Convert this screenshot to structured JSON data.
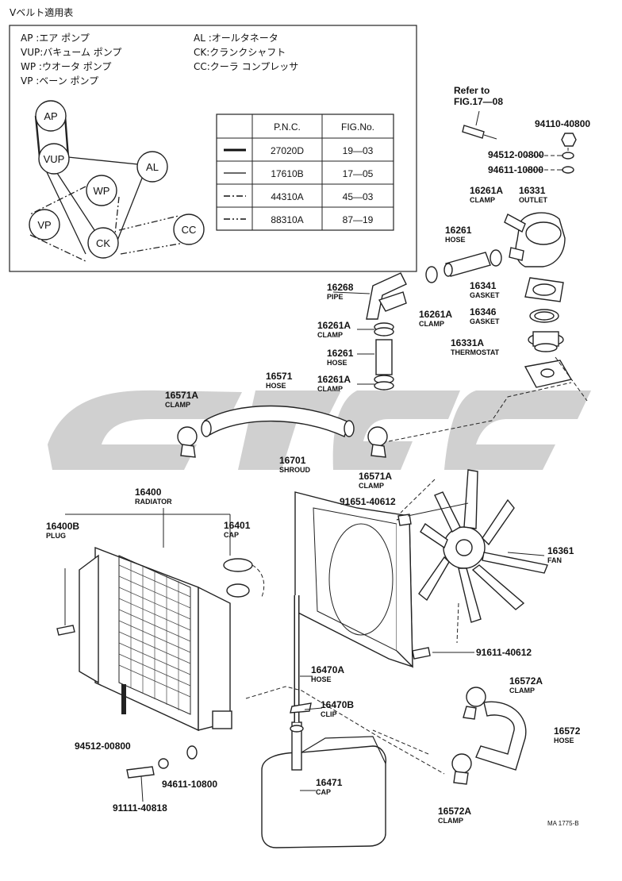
{
  "belt_box": {
    "title": "Vベルト適用表",
    "legend": {
      "ap": "AP :エア ポンプ",
      "vup": "VUP:バキューム ポンプ",
      "wp": "WP :ウオータ ポンプ",
      "vp": "VP :ベーン ポンプ",
      "al": "AL :オールタネータ",
      "ck": "CK:クランクシャフト",
      "cc": "CC:クーラ コンプレッサ"
    },
    "pulleys": {
      "ap": "AP",
      "vup": "VUP",
      "al": "AL",
      "wp": "WP",
      "vp": "VP",
      "ck": "CK",
      "cc": "CC"
    },
    "table": {
      "headers": [
        "P.N.C.",
        "FIG.No."
      ],
      "rows": [
        {
          "pnc": "27020D",
          "fig": "19―03",
          "line": "solid-thick"
        },
        {
          "pnc": "17610B",
          "fig": "17―05",
          "line": "solid-thin"
        },
        {
          "pnc": "44310A",
          "fig": "45―03",
          "line": "dash-dot"
        },
        {
          "pnc": "88310A",
          "fig": "87―19",
          "line": "dash-dot-dot"
        }
      ]
    }
  },
  "labels": {
    "refer_1": "Refer to",
    "refer_2": "FIG.17―08",
    "p94110": "94110-40800",
    "p94512_top": "94512-00800",
    "p94611_top": "94611-10800",
    "p16261A_a": "16261A",
    "p16261A_a_sub": "CLAMP",
    "p16331": "16331",
    "p16331_sub": "OUTLET",
    "p16261_a": "16261",
    "p16261_a_sub": "HOSE",
    "p16268": "16268",
    "p16268_sub": "PIPE",
    "p16341": "16341",
    "p16341_sub": "GASKET",
    "p16261A_b": "16261A",
    "p16261A_b_sub": "CLAMP",
    "p16346": "16346",
    "p16346_sub": "GASKET",
    "p16261A_c": "16261A",
    "p16261A_c_sub": "CLAMP",
    "p16331A": "16331A",
    "p16331A_sub": "THERMOSTAT",
    "p16261_b": "16261",
    "p16261_b_sub": "HOSE",
    "p16261A_d": "16261A",
    "p16261A_d_sub": "CLAMP",
    "p16571": "16571",
    "p16571_sub": "HOSE",
    "p16571A_a": "16571A",
    "p16571A_a_sub": "CLAMP",
    "p16701": "16701",
    "p16701_sub": "SHROUD",
    "p16571A_b": "16571A",
    "p16571A_b_sub": "CLAMP",
    "p91651": "91651-40612",
    "p16400": "16400",
    "p16400_sub": "RADIATOR",
    "p16400B": "16400B",
    "p16400B_sub": "PLUG",
    "p16401": "16401",
    "p16401_sub": "CAP",
    "p16361": "16361",
    "p16361_sub": "FAN",
    "p91611": "91611-40612",
    "p16470A": "16470A",
    "p16470A_sub": "HOSE",
    "p16470B": "16470B",
    "p16470B_sub": "CLIP",
    "p16572A_a": "16572A",
    "p16572A_a_sub": "CLAMP",
    "p16572": "16572",
    "p16572_sub": "HOSE",
    "p94512_bot": "94512-00800",
    "p94611_bot": "94611-10800",
    "p91111": "91111-40818",
    "p16471": "16471",
    "p16471_sub": "CAP",
    "p16572A_b": "16572A",
    "p16572A_b_sub": "CLAMP",
    "code": "MA 1775-B"
  },
  "colors": {
    "ink": "#111111",
    "watermark": "#c8c8c8"
  }
}
